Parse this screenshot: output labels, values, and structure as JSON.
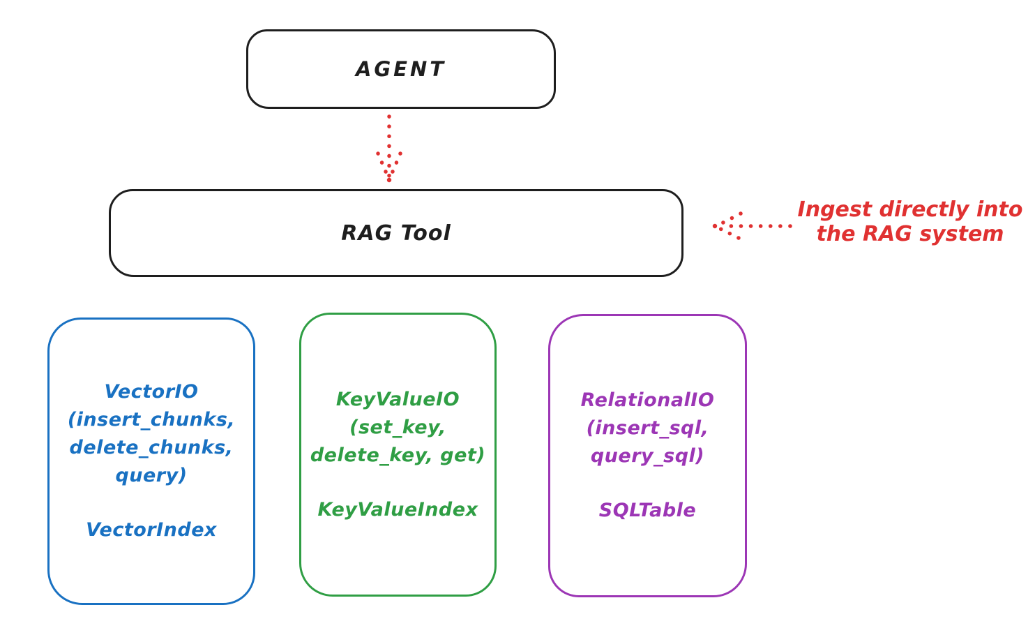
{
  "agent_box": {
    "label": "AGENT"
  },
  "rag_box": {
    "label": "RAG Tool"
  },
  "ingest_annotation": {
    "text": "Ingest directly into\nthe RAG system"
  },
  "storage_boxes": {
    "vector": {
      "functions": "VectorIO\n(insert_chunks,\ndelete_chunks,\nquery)",
      "index": "VectorIndex",
      "color": "#1971c2"
    },
    "keyvalue": {
      "functions": "KeyValueIO\n(set_key,\ndelete_key, get)",
      "index": "KeyValueIndex",
      "color": "#2f9e44"
    },
    "relational": {
      "functions": "RelationalIO\n(insert_sql,\nquery_sql)",
      "index": "SQLTable",
      "color": "#9c36b5"
    }
  },
  "arrows": {
    "agent_to_rag": {
      "style": "dotted",
      "color": "#e03131",
      "direction": "down"
    },
    "ingest_to_rag": {
      "style": "dotted",
      "color": "#e03131",
      "direction": "left"
    }
  },
  "colors": {
    "outline_black": "#1e1e1e",
    "accent_red": "#e03131",
    "vector_blue": "#1971c2",
    "keyvalue_green": "#2f9e44",
    "relational_purple": "#9c36b5",
    "background": "#ffffff"
  }
}
